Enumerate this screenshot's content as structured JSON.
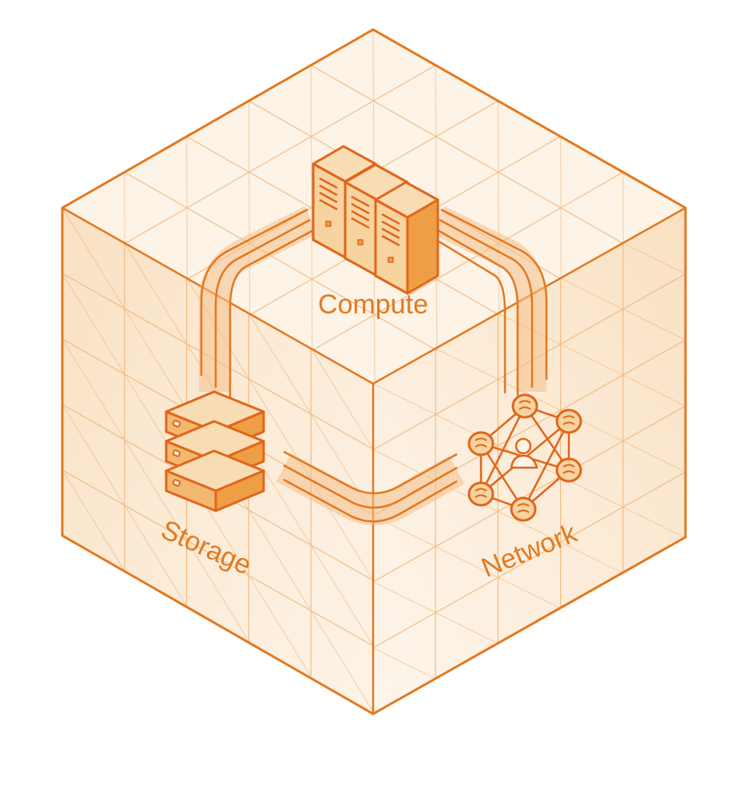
{
  "diagram": {
    "labels": {
      "compute": "Compute",
      "storage": "Storage",
      "network": "Network"
    },
    "colors": {
      "stroke": "#E3781F",
      "fill_light": "#FBEBD8",
      "fill_mid": "#F6D3A6",
      "fill_dark": "#EEA048"
    },
    "icons": [
      "server-rack-icon",
      "database-stack-icon",
      "network-mesh-icon",
      "person-icon"
    ]
  }
}
